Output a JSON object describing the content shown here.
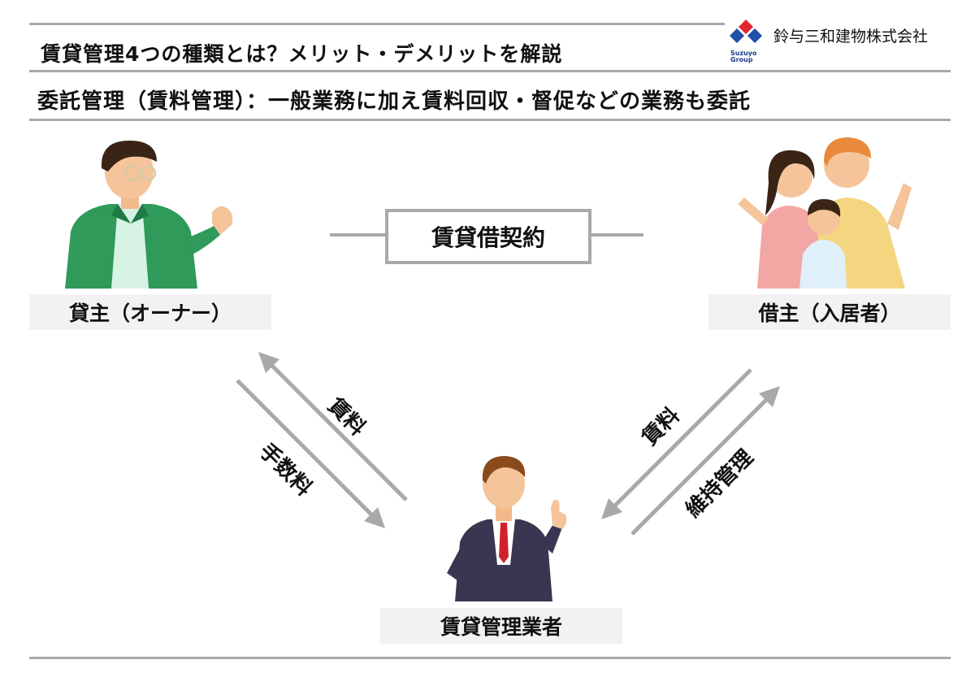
{
  "header": {
    "title": "賃貸管理4つの種類とは？メリット・デメリットを解説",
    "subtitle": "委託管理（賃料管理）：一般業務に加え賃料回収・督促などの業務も委託",
    "company_name": "鈴与三和建物株式会社",
    "logo_text_line1": "Suzuyo",
    "logo_text_line2": "Group"
  },
  "diagram": {
    "contract_label": "賃貸借契約",
    "owner_label": "貸主（オーナー）",
    "tenant_label": "借主（入居者）",
    "manager_label": "賃貸管理業者",
    "owner_to_manager_label": "手数料",
    "manager_to_owner_label": "賃料",
    "tenant_to_manager_label": "賃料",
    "manager_to_tenant_label": "維持管理"
  },
  "colors": {
    "rule": "#a9a9a9",
    "label_bg": "#f2f2f2",
    "logo_red": "#e0262d",
    "logo_blue": "#1f4fa8",
    "owner_jacket": "#2f9a5a",
    "manager_suit": "#3a3550",
    "manager_tie": "#d0212b"
  }
}
